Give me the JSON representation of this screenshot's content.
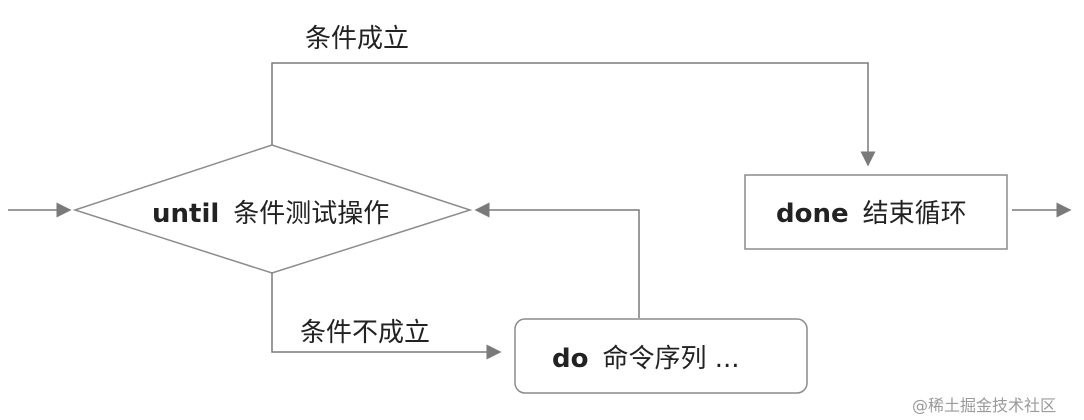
{
  "diagram": {
    "labels": {
      "condition_true": "条件成立",
      "condition_false": "条件不成立"
    },
    "until_node": {
      "keyword": "until",
      "text": "条件测试操作"
    },
    "done_node": {
      "keyword": "done",
      "text": "结束循环"
    },
    "do_node": {
      "keyword": "do",
      "text": "命令序列 ..."
    }
  },
  "watermark": {
    "text": "@稀土掘金技术社区"
  },
  "colors": {
    "line": "#7a7a7a",
    "box_border": "#8c8c8c",
    "text": "#222222",
    "watermark": "#9a9a9a"
  }
}
